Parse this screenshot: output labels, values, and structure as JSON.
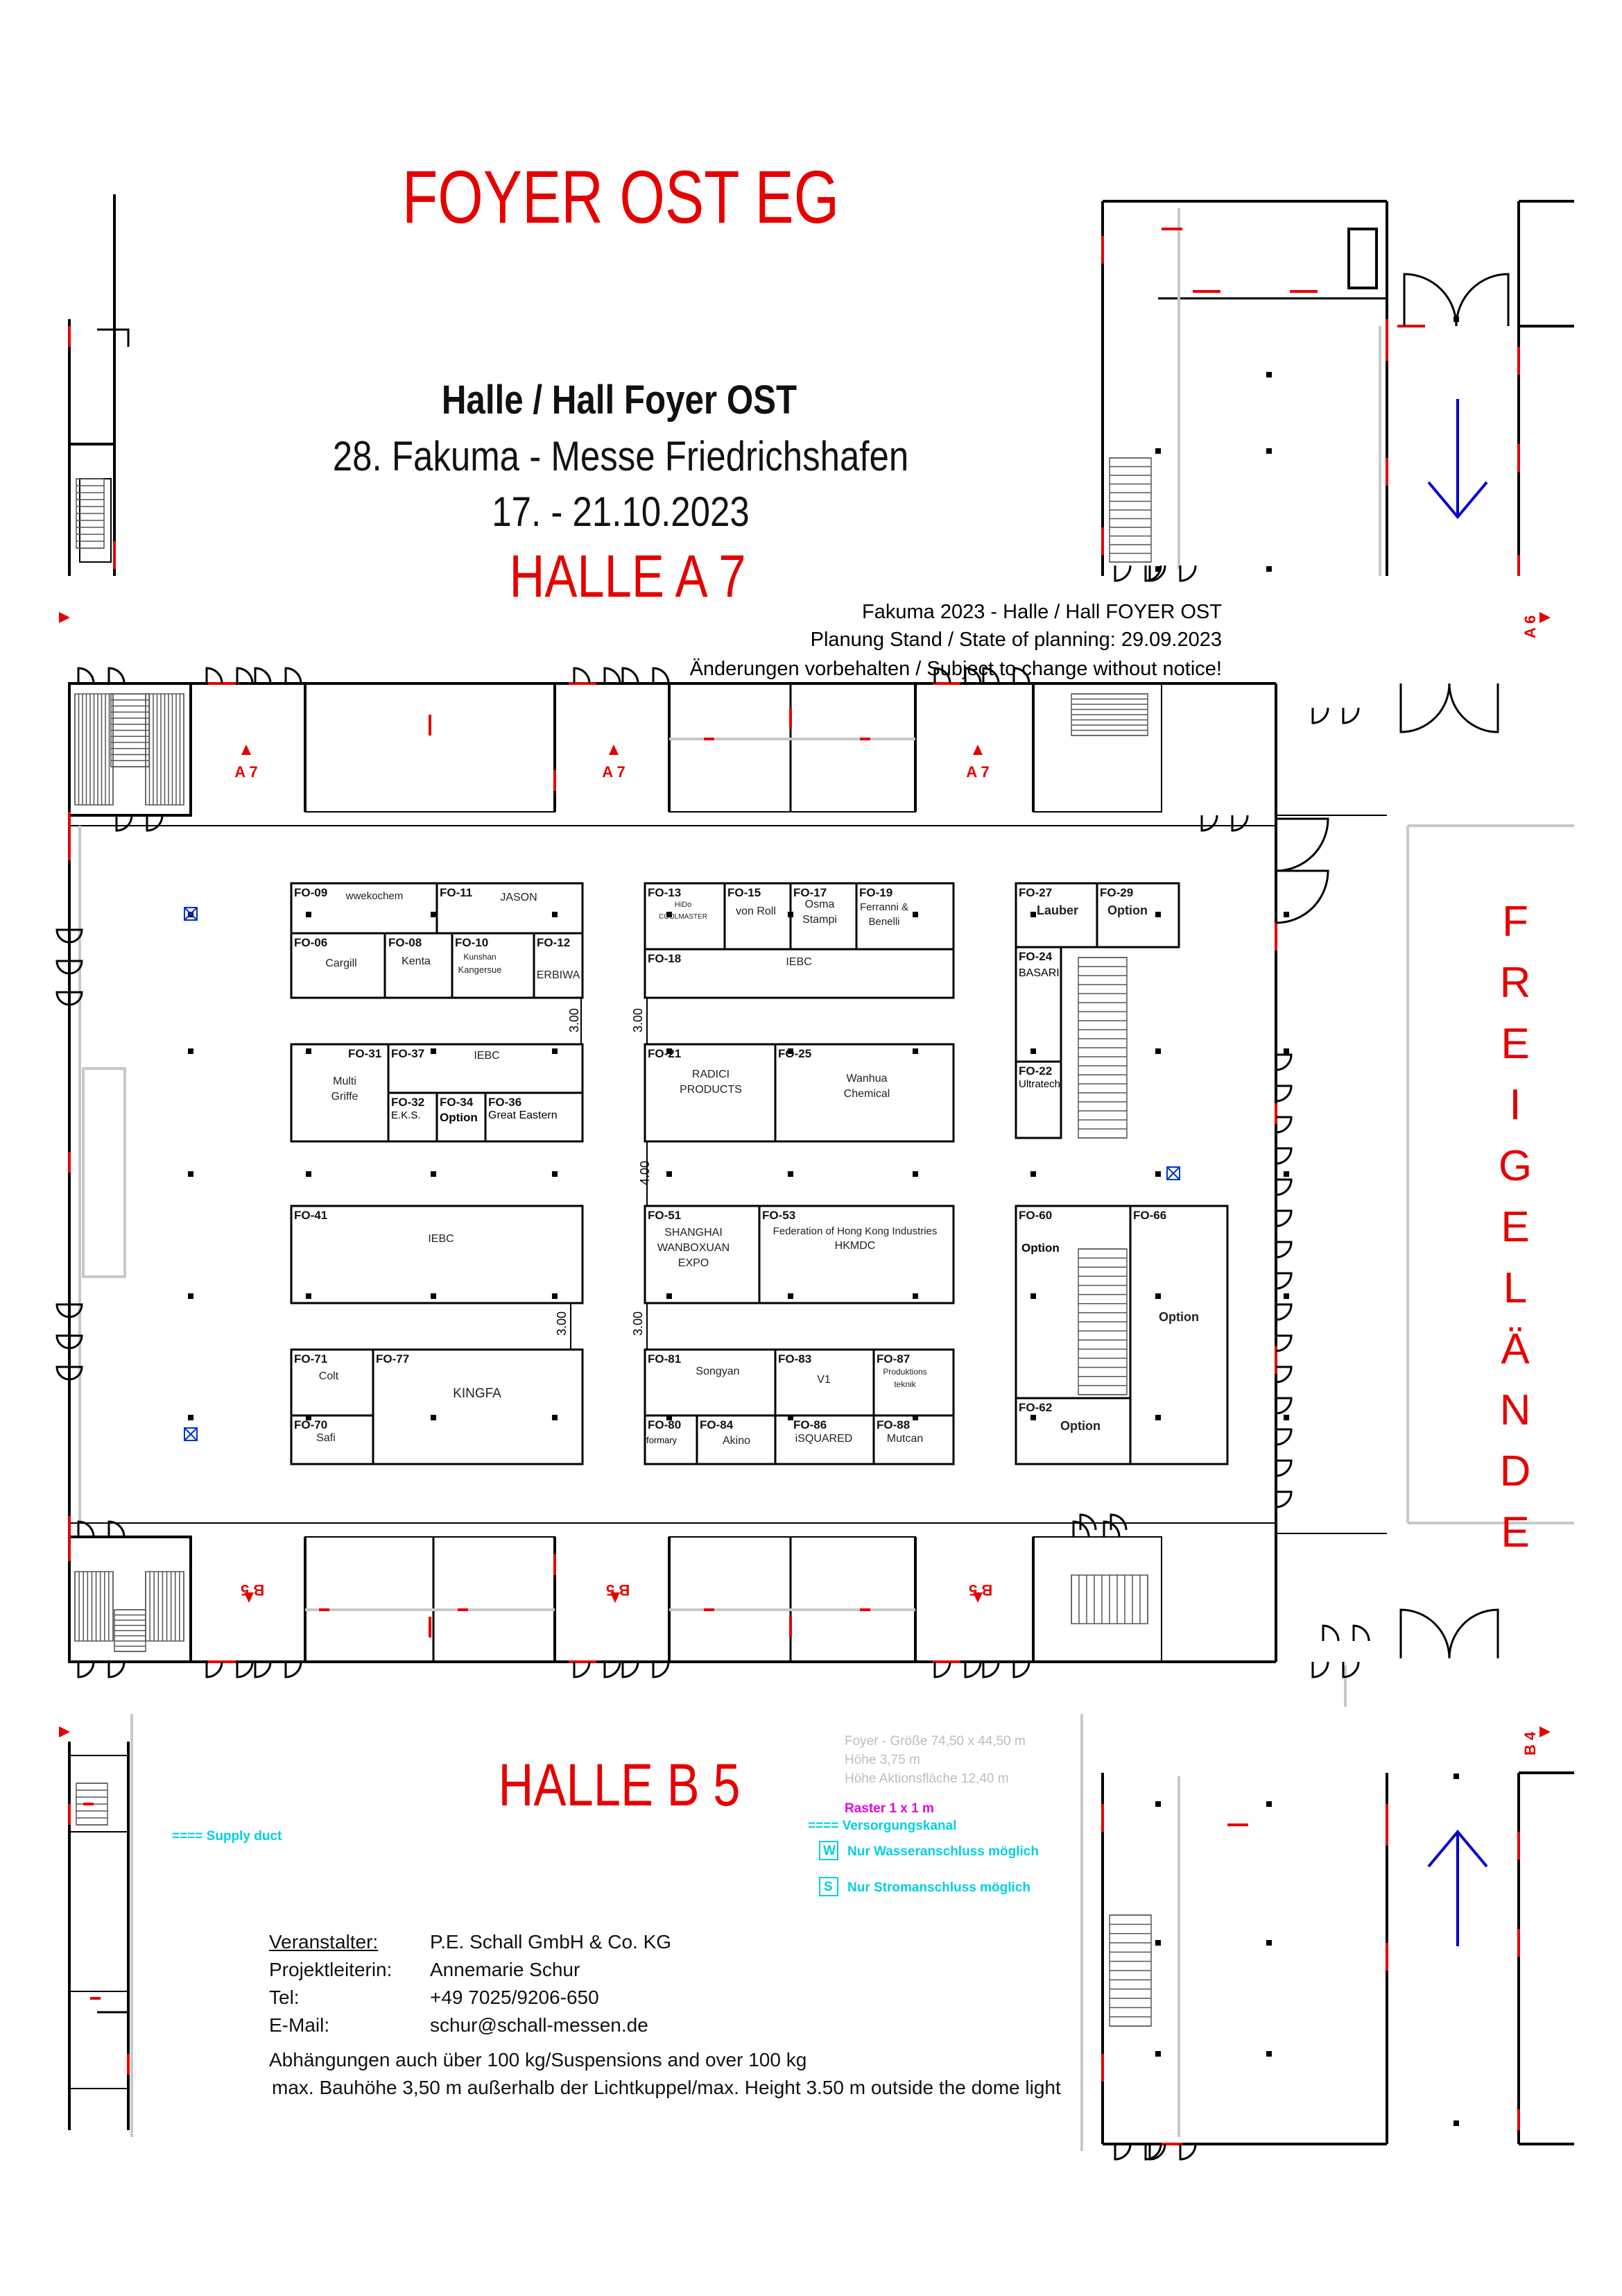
{
  "header": {
    "title": "FOYER OST EG",
    "hall": "Halle / Hall Foyer OST",
    "event": "28. Fakuma - Messe Friedrichshafen",
    "dates": "17. - 21.10.2023",
    "hall_north": "HALLE A 7",
    "hall_south": "HALLE B 5"
  },
  "meta": {
    "line1": "Fakuma 2023 - Halle / Hall FOYER OST",
    "line2": "Planung Stand / State of planning: 29.09.2023",
    "line3": "Änderungen vorbehalten / Subject to change without notice!"
  },
  "side_label": [
    "F",
    "R",
    "E",
    "I",
    "G",
    "E",
    "L",
    "Ä",
    "N",
    "D",
    "E"
  ],
  "hall_markers": {
    "a7": "A 7",
    "b5": "B 5",
    "a6": "A 6",
    "b4": "B 4"
  },
  "stands": {
    "fo09": {
      "id": "FO-09",
      "name": "wwekochem"
    },
    "fo11": {
      "id": "FO-11",
      "name": "JASON"
    },
    "fo06": {
      "id": "FO-06",
      "name": "Cargill"
    },
    "fo08": {
      "id": "FO-08",
      "name": "Kenta"
    },
    "fo10": {
      "id": "FO-10",
      "name1": "Kunshan",
      "name2": "Kangersue"
    },
    "fo12": {
      "id": "FO-12",
      "name": "ERBIWA"
    },
    "fo13": {
      "id": "FO-13",
      "name1": "HiDo",
      "name2": "COOLMASTER"
    },
    "fo15": {
      "id": "FO-15",
      "name": "von Roll"
    },
    "fo17": {
      "id": "FO-17",
      "name1": "Osma",
      "name2": "Stampi"
    },
    "fo19": {
      "id": "FO-19",
      "name1": "Ferranni &",
      "name2": "Benelli"
    },
    "fo18": {
      "id": "FO-18",
      "name": "IEBC"
    },
    "fo27": {
      "id": "FO-27",
      "name": "Lauber"
    },
    "fo29": {
      "id": "FO-29",
      "name": "Option"
    },
    "fo24": {
      "id": "FO-24",
      "name": "BASARI"
    },
    "fo22": {
      "id": "FO-22",
      "name": "Ultratech"
    },
    "fo31": {
      "id": "FO-31",
      "name1": "Multi",
      "name2": "Griffe"
    },
    "fo37": {
      "id": "FO-37",
      "name": "IEBC"
    },
    "fo32": {
      "id": "FO-32",
      "name": "E.K.S."
    },
    "fo34": {
      "id": "FO-34",
      "name": "Option"
    },
    "fo36": {
      "id": "FO-36",
      "name": "Great Eastern"
    },
    "fo21": {
      "id": "FO-21",
      "name1": "RADICI",
      "name2": "PRODUCTS"
    },
    "fo25": {
      "id": "FO-25",
      "name1": "Wanhua",
      "name2": "Chemical"
    },
    "fo41": {
      "id": "FO-41",
      "name": "IEBC"
    },
    "fo51": {
      "id": "FO-51",
      "name1": "SHANGHAI",
      "name2": "WANBOXUAN",
      "name3": "EXPO"
    },
    "fo53": {
      "id": "FO-53",
      "name1": "Federation of Hong Kong Industries",
      "name2": "HKMDC"
    },
    "fo60": {
      "id": "FO-60",
      "name": "Option"
    },
    "fo66": {
      "id": "FO-66",
      "name": "Option"
    },
    "fo62": {
      "id": "FO-62",
      "name": "Option"
    },
    "fo71": {
      "id": "FO-71",
      "name": "Colt"
    },
    "fo77": {
      "id": "FO-77",
      "name": "KINGFA"
    },
    "fo70": {
      "id": "FO-70",
      "name": "Safi"
    },
    "fo81": {
      "id": "FO-81",
      "name": "Songyan"
    },
    "fo83": {
      "id": "FO-83",
      "name": "V1"
    },
    "fo87": {
      "id": "FO-87",
      "name1": "Produktions",
      "name2": "teknik"
    },
    "fo80": {
      "id": "FO-80",
      "name": "formary"
    },
    "fo84": {
      "id": "FO-84",
      "name": "Akino"
    },
    "fo86": {
      "id": "FO-86",
      "name": "iSQUARED"
    },
    "fo88": {
      "id": "FO-88",
      "name": "Mutcan"
    }
  },
  "dimensions": {
    "d300": "3.00",
    "d400": "4.00"
  },
  "foyer_info": {
    "line1": "Foyer - Größe 74,50 x 44,50 m",
    "line2": "Höhe 3,75 m",
    "line3": "Höhe Aktionsfläche 12,40 m"
  },
  "legend": {
    "raster": "Raster 1 x 1 m",
    "supply": "==== Versorgungskanal",
    "supply_en": "==== Supply duct",
    "water_icon": "W",
    "water": "Nur Wasseranschluss möglich",
    "power_icon": "S",
    "power": "Nur Stromanschluss möglich",
    "colors": {
      "raster": "#e600e6",
      "supply": "#00d0e0",
      "red": "#e60000",
      "blue": "#0000cc"
    }
  },
  "contact": {
    "organizer_label": "Veranstalter:",
    "organizer": "P.E. Schall GmbH & Co. KG",
    "manager_label": "Projektleiterin:",
    "manager": "Annemarie Schur",
    "tel_label": "Tel:",
    "tel": "+49 7025/9206-650",
    "email_label": "E-Mail:",
    "email": "schur@schall-messen.de",
    "note1": "Abhängungen auch über 100 kg/Suspensions and over 100 kg",
    "note2": "max. Bauhöhe 3,50 m außerhalb der Lichtkuppel/max. Height 3.50 m outside the dome light"
  }
}
